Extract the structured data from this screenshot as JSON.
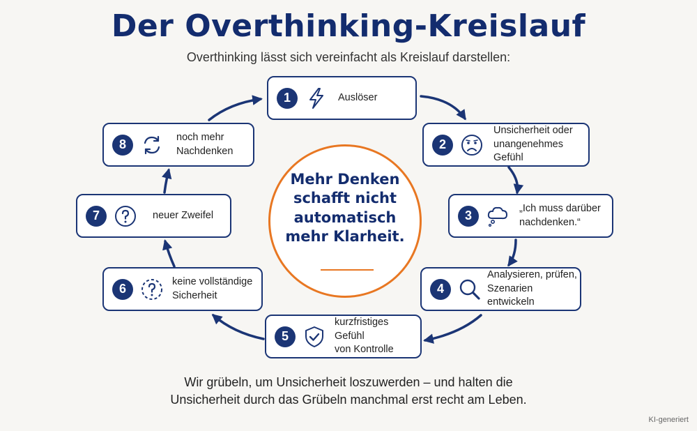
{
  "title": "Der Overthinking-Kreislauf",
  "subtitle": "Overthinking lässt sich vereinfacht als Kreislauf darstellen:",
  "steps": [
    {
      "number": "1",
      "icon": "lightning-icon",
      "lines": [
        "Auslöser"
      ]
    },
    {
      "number": "2",
      "icon": "worried-face-icon",
      "lines": [
        "Unsicherheit oder",
        "unangenehmes Gefühl"
      ]
    },
    {
      "number": "3",
      "icon": "thought-bubble-icon",
      "lines": [
        "„Ich muss darüber",
        "nachdenken.“"
      ]
    },
    {
      "number": "4",
      "icon": "magnifier-icon",
      "lines": [
        "Analysieren, prüfen,",
        "Szenarien entwickeln"
      ]
    },
    {
      "number": "5",
      "icon": "shield-check-icon",
      "lines": [
        "kurzfristiges Gefühl",
        "von Kontrolle"
      ]
    },
    {
      "number": "6",
      "icon": "dashed-question-icon",
      "lines": [
        "keine vollständige",
        "Sicherheit"
      ]
    },
    {
      "number": "7",
      "icon": "question-circle-icon",
      "lines": [
        "neuer Zweifel"
      ]
    },
    {
      "number": "8",
      "icon": "cycle-arrows-icon",
      "lines": [
        "noch mehr",
        "Nachdenken"
      ]
    }
  ],
  "center": {
    "lines": [
      "Mehr Denken",
      "schafft nicht",
      "automatisch",
      "mehr Klarheit."
    ],
    "border_color": "#e87722"
  },
  "footer": {
    "lines": [
      "Wir grübeln, um Unsicherheit loszuwerden – und halten die",
      "Unsicherheit durch das Grübeln manchmal erst recht am Leben."
    ]
  },
  "badge": "KI-generiert",
  "colors": {
    "navy": "#1b3575",
    "title": "#132c6e",
    "accent": "#e87722",
    "background": "#f7f6f3"
  }
}
